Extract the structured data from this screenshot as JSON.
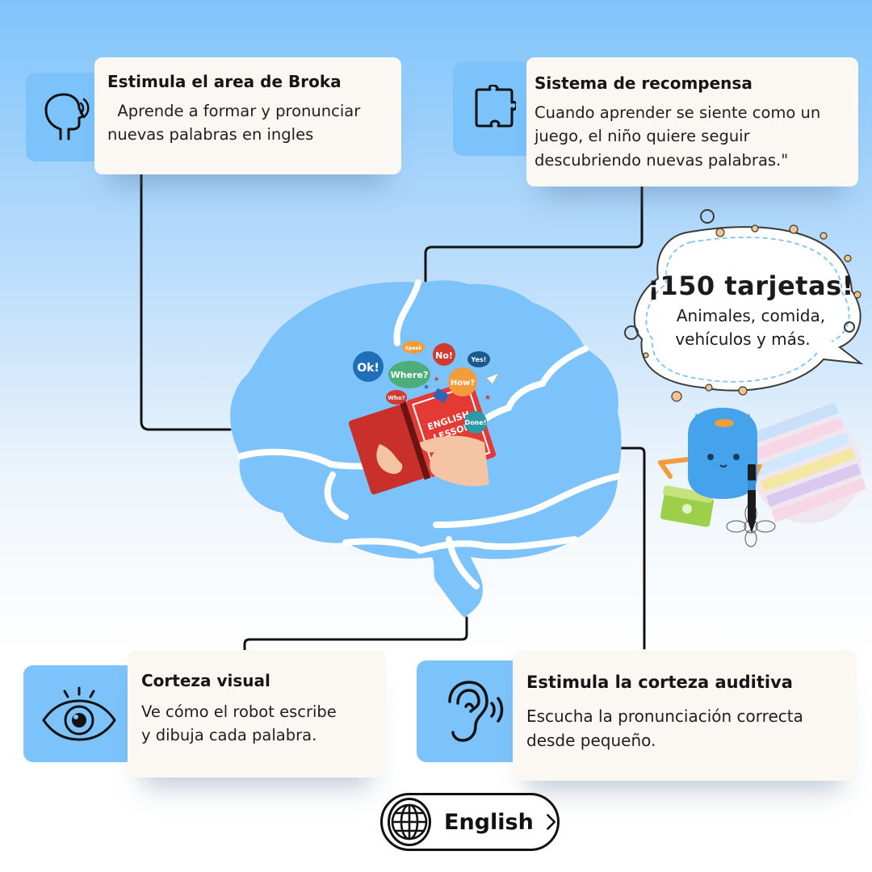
{
  "cards": {
    "broca": {
      "title": "Estimula el area de Broka",
      "body": "  Aprende a formar y pronunciar\nnuevas palabras en ingles",
      "icon": "speaking-head-icon"
    },
    "reward": {
      "title": "Sistema de recompensa",
      "body": "Cuando aprender se siente como un\njuego, el niño quiere seguir\ndescubriendo nuevas palabras.\"",
      "icon": "puzzle-piece-icon"
    },
    "visual": {
      "title": "Corteza visual",
      "body": "Ve cómo el robot escribe\ny dibuja cada palabra.",
      "icon": "eye-icon"
    },
    "auditory": {
      "title": "Estimula la corteza auditiva",
      "body": "Escucha la pronunciación correcta\ndesde pequeño.",
      "icon": "ear-icon"
    }
  },
  "bubble": {
    "title": "¡150 tarjetas!",
    "line1": "Animales, comida,",
    "line2": "vehículos y más."
  },
  "book": {
    "cover_line1": "ENGLISH",
    "cover_line2": "LESSON",
    "speech": [
      "Ok!",
      "Speak",
      "No!",
      "Yes!",
      "Where?",
      "How?",
      "Who?",
      "Done!"
    ]
  },
  "language": {
    "label": "English"
  },
  "colors": {
    "tile": "#7cc3fb",
    "brain": "#7cc3fb",
    "card": "#fbf7f2"
  }
}
